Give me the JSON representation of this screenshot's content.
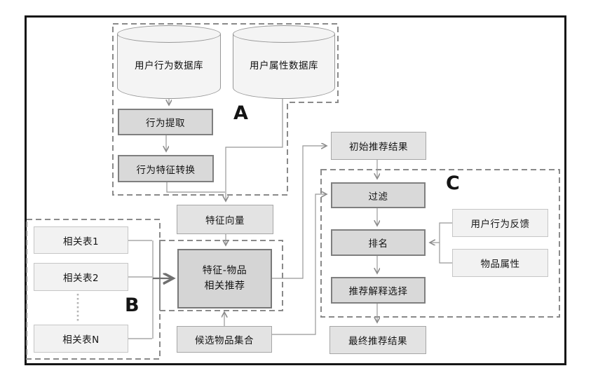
{
  "diagram": {
    "groups": {
      "a": "A",
      "b": "B",
      "c": "C"
    },
    "nodes": {
      "user_behavior_db": "用户行为数据库",
      "user_attr_db": "用户属性数据库",
      "behavior_extract": "行为提取",
      "behavior_feature_convert": "行为特征转换",
      "feature_vector": "特征向量",
      "feature_item_rec_line1": "特征-物品",
      "feature_item_rec_line2": "相关推荐",
      "related_table_1": "相关表1",
      "related_table_2": "相关表2",
      "related_table_n": "相关表N",
      "candidate_item_set": "候选物品集合",
      "initial_rec_result": "初始推荐结果",
      "filter": "过滤",
      "ranking": "排名",
      "rec_explanation_select": "推荐解释选择",
      "final_rec_result": "最终推荐结果",
      "user_behavior_feedback": "用户行为反馈",
      "item_attributes": "物品属性"
    },
    "colors": {
      "process_fill": "#d9d9d9",
      "process_border": "#7f7f7f",
      "data_fill": "#e3e3e3",
      "data_border": "#a6a6a6",
      "light_fill": "#f2f2f2",
      "light_border": "#c6c6c6",
      "cylinder_fill": "#f4f4f4",
      "connector": "#989898",
      "dashed_group_border": "#8a8a8a",
      "frame": "#161616"
    }
  }
}
